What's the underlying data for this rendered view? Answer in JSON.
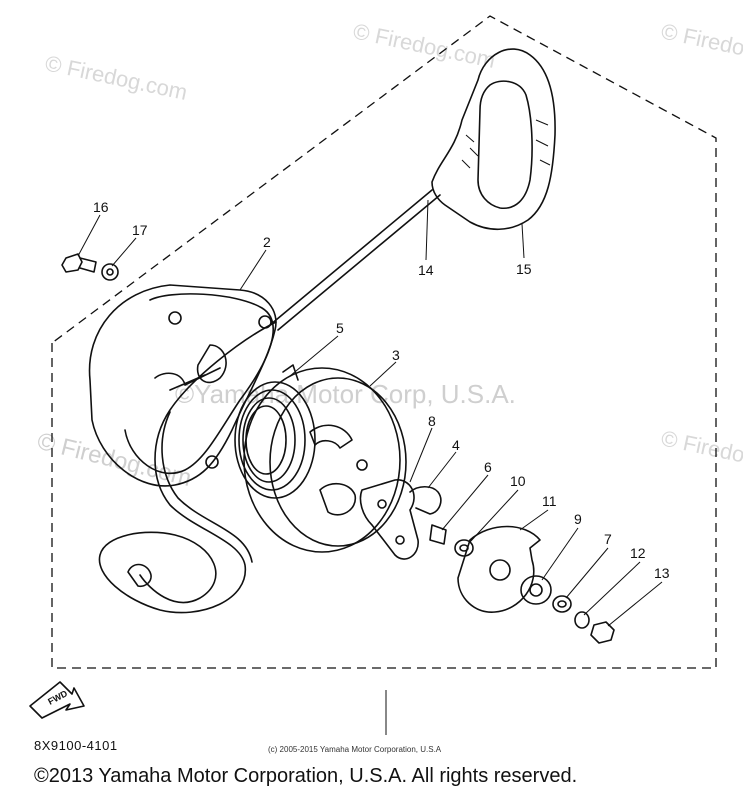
{
  "watermarks": {
    "firedog_small": "© Firedog.com",
    "firedog_large": "© Firedog.com",
    "center": "©Yamaha Motor Corp, U.S.A."
  },
  "callouts": [
    "16",
    "17",
    "2",
    "5",
    "3",
    "8",
    "4",
    "6",
    "10",
    "11",
    "9",
    "7",
    "12",
    "13",
    "14",
    "15"
  ],
  "fwd_label": "FWD",
  "diagram_code": "8X9100-4101",
  "small_copyright": "(c) 2005-2015 Yamaha Motor Corporation, U.S.A",
  "copyright": "©2013 Yamaha Motor Corporation, U.S.A. All rights reserved."
}
